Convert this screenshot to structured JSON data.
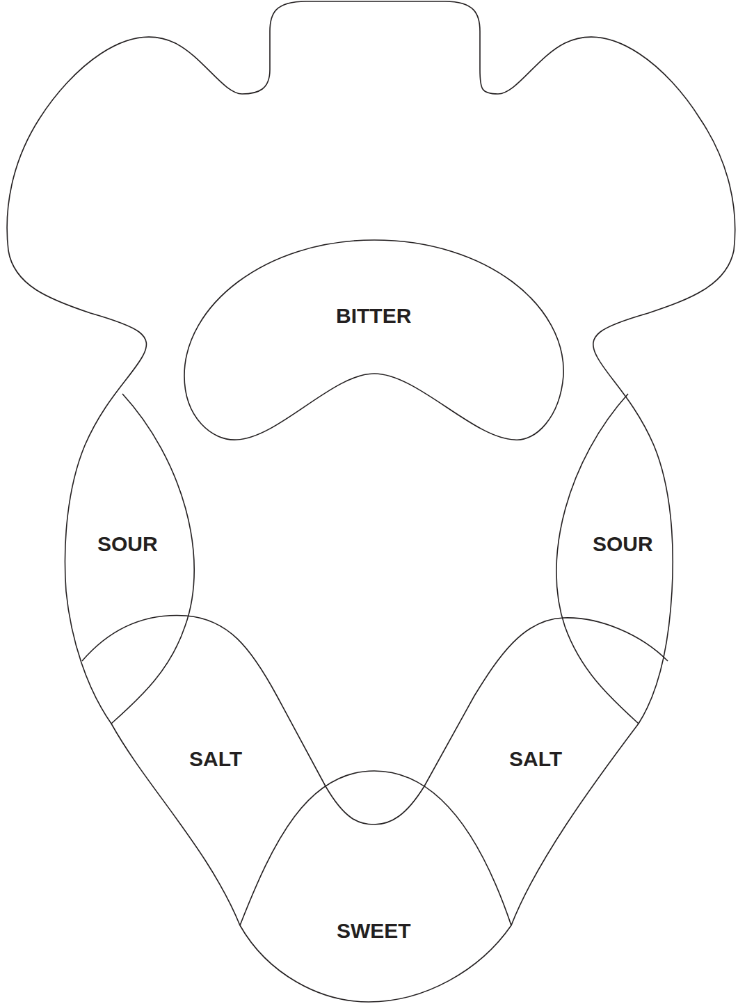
{
  "diagram": {
    "nodes": [
      {
        "text": [
          "BITTER"
        ]
      },
      {
        "text": [
          "SOUR"
        ]
      },
      {
        "text": [
          "SOUR"
        ]
      },
      {
        "text": [
          "SALT"
        ]
      },
      {
        "text": [
          "SALT"
        ]
      },
      {
        "text": [
          "SWEET"
        ]
      }
    ]
  }
}
